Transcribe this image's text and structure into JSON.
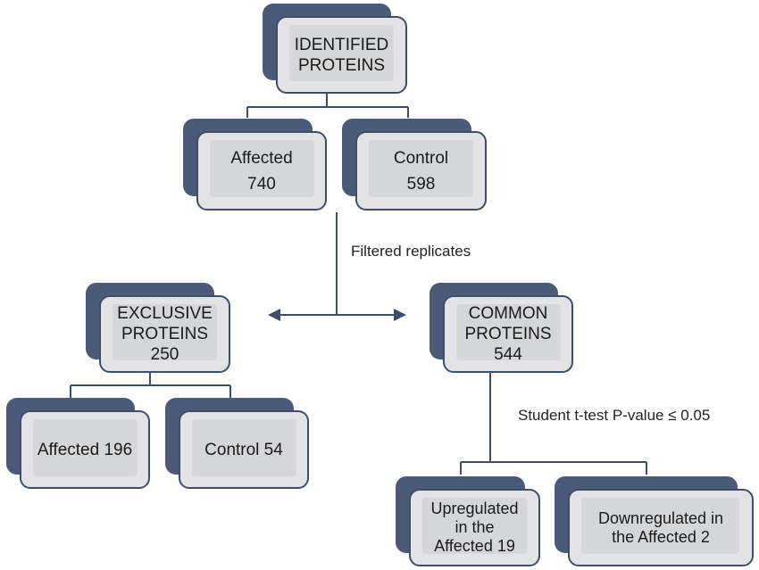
{
  "nodes": {
    "identified": {
      "line1": "IDENTIFIED",
      "line2": "PROTEINS"
    },
    "affected": {
      "label": "Affected",
      "count": "740"
    },
    "control": {
      "label": "Control",
      "count": "598"
    },
    "exclusive": {
      "line1": "EXCLUSIVE",
      "line2": "PROTEINS",
      "count": "250"
    },
    "common": {
      "line1": "COMMON",
      "line2": "PROTEINS",
      "count": "544"
    },
    "exclusive_affected": {
      "label": "Affected 196"
    },
    "exclusive_control": {
      "label": "Control 54"
    },
    "upregulated": {
      "line1": "Upregulated",
      "line2": "in the",
      "line3": "Affected 19"
    },
    "downregulated": {
      "line1": "Downregulated in",
      "line2": "the Affected 2"
    }
  },
  "edge_labels": {
    "filter": "Filtered replicates",
    "ttest": "Student t-test P-value ≤ 0.05"
  },
  "colors": {
    "box_fill": "#e3e3e5",
    "box_shadow": "#4a5a78",
    "line": "#3e4d6c"
  }
}
